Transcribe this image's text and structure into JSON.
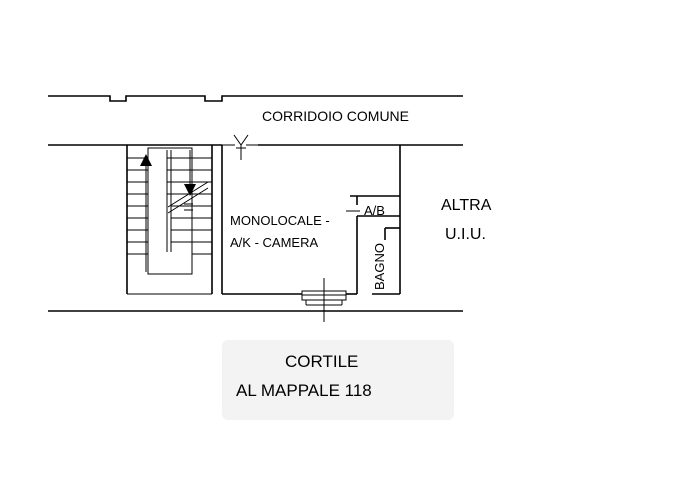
{
  "labels": {
    "corridor": "CORRIDOIO  COMUNE",
    "other_unit_line1": "ALTRA",
    "other_unit_line2": "U.I.U.",
    "studio_line1": "MONOLOCALE -",
    "studio_line2": "A/K - CAMERA",
    "ab": "A/B",
    "bathroom": "BAGNO",
    "courtyard": "CORTILE",
    "parcel": "AL   MAPPALE   118"
  },
  "colors": {
    "ink": "#000000",
    "background": "#ffffff",
    "courtyard_shade": "#f3f3f3"
  }
}
